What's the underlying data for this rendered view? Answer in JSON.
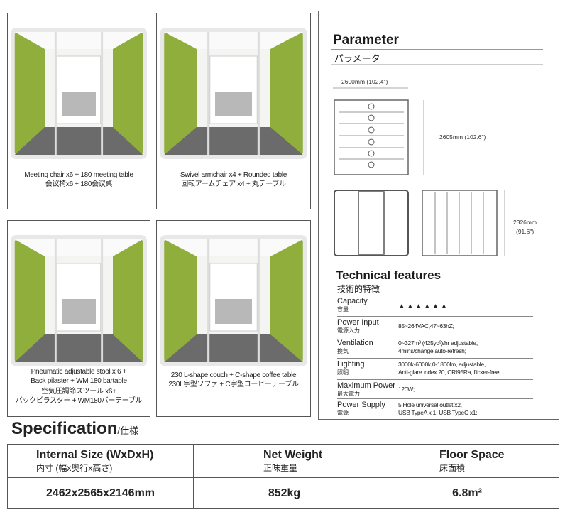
{
  "layouts": [
    {
      "en": "Meeting chair x6 + 180 meeting table",
      "jp": "会议椅x6 + 180会议桌"
    },
    {
      "en": "Swivel armchair x4 + Rounded table",
      "jp": "回転アームチェア x4 + 丸テーブル"
    },
    {
      "en": "Pneumatic adjustable stool x 6 +",
      "en2": "Back pilaster + WM 180 bartable",
      "jp": "空気圧調節スツール x6+",
      "jp2": "バックピラスター + WM180バーテーブル"
    },
    {
      "en": "230 L-shape couch + C-shape coffee table",
      "jp": "230L字型ソファ + C字型コーヒーテーブル"
    }
  ],
  "parameter": {
    "title": "Parameter",
    "subtitle": "パラメータ",
    "width": "2600mm (102.4\")",
    "depth": "2605mm (102.6\")",
    "height": "2326mm",
    "height_in": "(91.6\")"
  },
  "technical": {
    "title": "Technical features",
    "subtitle": "技術的特徴",
    "rows": [
      {
        "en": "Capacity",
        "jp": "容量",
        "value": "",
        "people": 6
      },
      {
        "en": "Power Input",
        "jp": "電源入力",
        "value": "85~264VAC,47~63hZ;"
      },
      {
        "en": "Ventilation",
        "jp": "換気",
        "value": "0~327m³ (425yd³)/hr adjustable,",
        "value2": "4mins/change,auto-refresh;"
      },
      {
        "en": "Lighting",
        "jp": "照明",
        "value": "3000k-6000k,0-1800lm, adjustable,",
        "value2": "Anti-glare index 20, CRI95Ra, flicker-free;"
      },
      {
        "en": "Maximum Power",
        "jp": "最大電力",
        "value": "120W;"
      },
      {
        "en": "Power Supply",
        "jp": "電源",
        "value": "5 Hole universal outlet x2,",
        "value2": "USB TypeA x 1, USB TypeC x1;"
      }
    ]
  },
  "spec": {
    "title": "Specification",
    "title_jp": "/仕様",
    "headers": [
      {
        "en": "Internal Size (WxDxH)",
        "jp": "内寸 (幅x奥行x高さ)"
      },
      {
        "en": "Net Weight",
        "jp": "正味重量"
      },
      {
        "en": "Floor Space",
        "jp": "床面積"
      }
    ],
    "values": [
      "2462x2565x2146mm",
      "852kg",
      "6.8m²"
    ]
  },
  "colors": {
    "green": "#8fae3c",
    "floor": "#6b6b6b"
  }
}
